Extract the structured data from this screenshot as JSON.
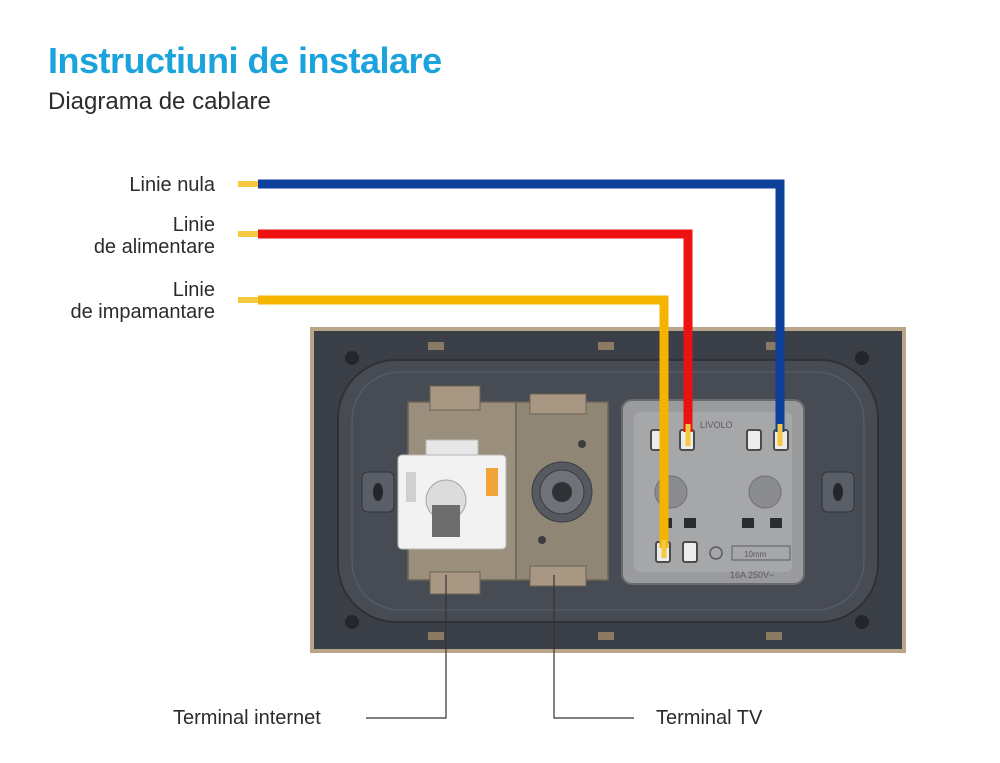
{
  "header": {
    "title": "Instructiuni de instalare",
    "subtitle": "Diagrama de cablare"
  },
  "wires": [
    {
      "lines": [
        "Linie nula"
      ],
      "color": "#0b3f9a"
    },
    {
      "lines": [
        "Linie",
        "de alimentare"
      ],
      "color": "#ee1111"
    },
    {
      "lines": [
        "Linie",
        "de impamantare"
      ],
      "color": "#f5b400"
    }
  ],
  "terminals": {
    "internet": "Terminal internet",
    "tv": "Terminal TV"
  },
  "socket": {
    "brand": "LIVOLO",
    "strip_length": "10mm",
    "rating": "16A 250V~"
  },
  "colors": {
    "title": "#1ba3dc",
    "frame": "#b8a58a",
    "plate": "#3f434c",
    "module": "#9a9b9d",
    "keystone": "#f2f2f2"
  }
}
